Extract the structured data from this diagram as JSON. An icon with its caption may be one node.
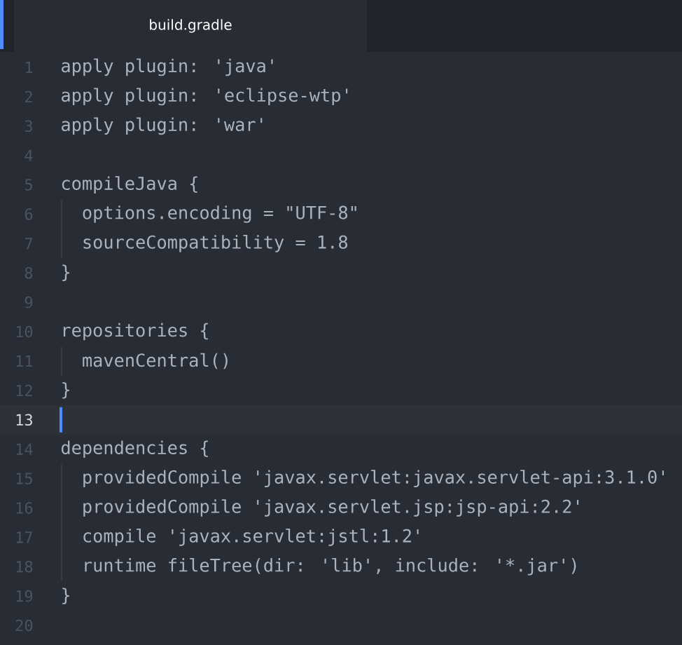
{
  "diagram": {
    "nodes": [
      {
        "text": [
          "build.gradle"
        ]
      }
    ],
    "labels": [
      "1",
      "apply plugin: 'java'",
      "2",
      "apply plugin: 'eclipse-wtp'",
      "3",
      "apply plugin: 'war'",
      "4",
      "5",
      "compileJava {",
      "6",
      "options.encoding = \"UTF-8\"",
      "7",
      "sourceCompatibility = 1.8",
      "8",
      "}",
      "9",
      "10",
      "repositories {",
      "11",
      "mavenCentral()",
      "12",
      "}",
      "13",
      "14",
      "dependencies {",
      "15",
      "providedCompile 'javax.servlet:javax.servlet-api:3.1.0'",
      "16",
      "providedCompile 'javax.servlet.jsp:jsp-api:2.2'",
      "17",
      "compile 'javax.servlet:jstl:1.2'",
      "18",
      "runtime fileTree(dir: 'lib', include: '*.jar')",
      "19",
      "}",
      "20"
    ]
  }
}
